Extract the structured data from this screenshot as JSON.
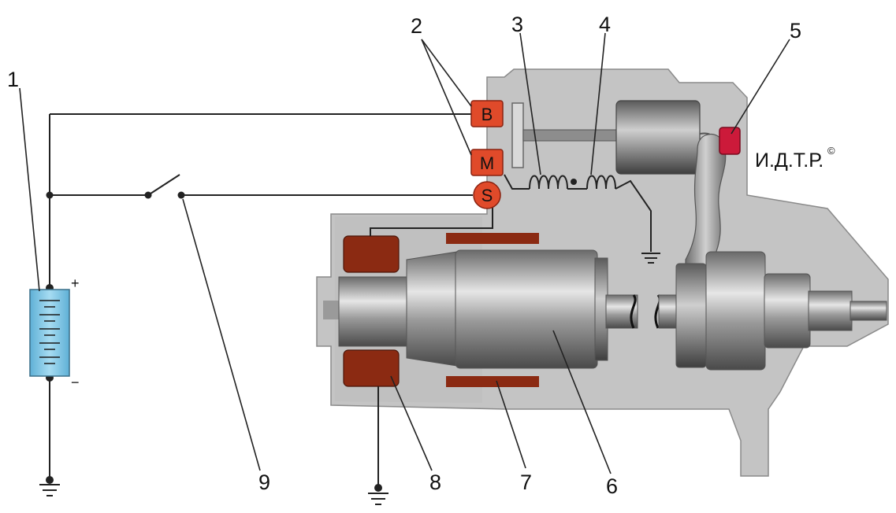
{
  "callouts": [
    "1",
    "2",
    "3",
    "4",
    "5",
    "6",
    "7",
    "8",
    "9"
  ],
  "terminals": {
    "b": "B",
    "m": "M",
    "s": "S"
  },
  "battery": {
    "plus": "+",
    "minus": "−"
  },
  "watermark": {
    "text": "И.Д.Т.Р.",
    "symbol": "©"
  },
  "colors": {
    "terminal": "#e04a2a",
    "contact": "#cc1a3a",
    "winding": "#8b2a12",
    "battery": "#7fc6e6",
    "housing": "#c4c4c4"
  }
}
